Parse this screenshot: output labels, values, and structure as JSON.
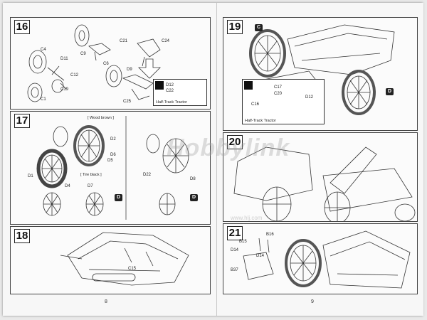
{
  "pages": {
    "left_number": "8",
    "right_number": "9"
  },
  "watermark": {
    "text": "Hobbylink",
    "url": "www.hlj.com"
  },
  "steps": {
    "s16": {
      "number": "16",
      "parts": [
        "C4",
        "D11",
        "C12",
        "C19",
        "C1",
        "C9",
        "C6",
        "C21",
        "C24",
        "D9",
        "D12",
        "C22",
        "C25"
      ],
      "tractor_caption": "Half-Track Tractor"
    },
    "s17": {
      "number": "17",
      "annotations": [
        "[ Wood brown ]",
        "[ Tire black ]"
      ],
      "parts": [
        "D2",
        "D6",
        "D1",
        "D5",
        "D4",
        "D7",
        "D22",
        "D8"
      ],
      "badge": "D"
    },
    "s18": {
      "number": "18",
      "parts": [
        "C15"
      ]
    },
    "s19": {
      "number": "19",
      "badges": [
        "C",
        "D"
      ],
      "parts": [
        "C17",
        "C20",
        "D12",
        "C16"
      ],
      "tractor_caption": "Half-Track Tractor"
    },
    "s20": {
      "number": "20"
    },
    "s21": {
      "number": "21",
      "parts": [
        "B15",
        "B16",
        "D14",
        "D14",
        "B37"
      ]
    }
  },
  "colors": {
    "ink": "#2a2a2a",
    "paper": "#f7f7f7"
  }
}
